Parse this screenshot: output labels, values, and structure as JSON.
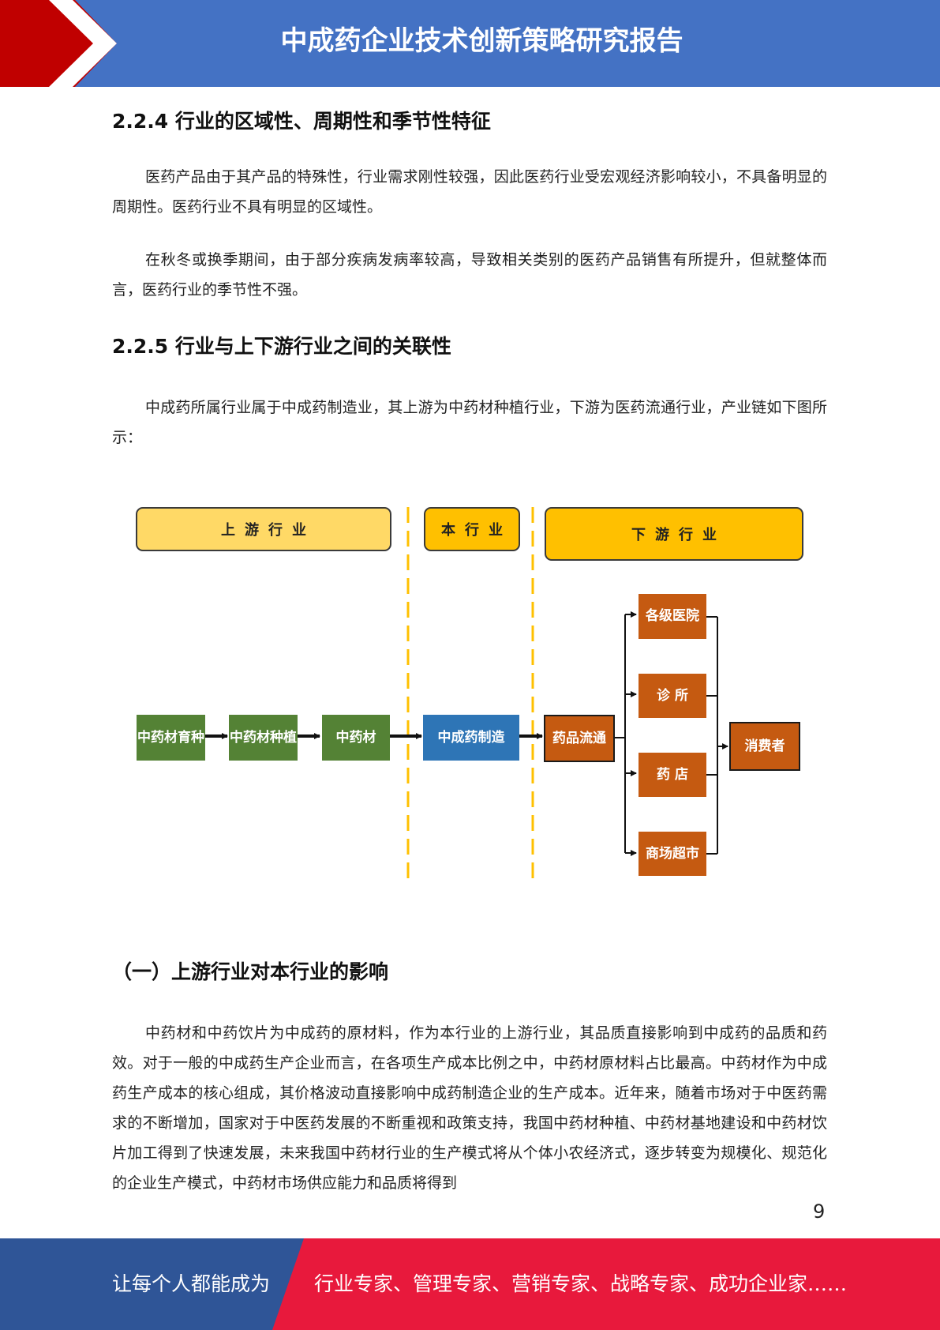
{
  "header": {
    "title": "中成药企业技术创新策略研究报告"
  },
  "sections": {
    "s224": {
      "heading": "2.2.4 行业的区域性、周期性和季节性特征",
      "p1": "医药产品由于其产品的特殊性，行业需求刚性较强，因此医药行业受宏观经济影响较小，不具备明显的周期性。医药行业不具有明显的区域性。",
      "p2": "在秋冬或换季期间，由于部分疾病发病率较高，导致相关类别的医药产品销售有所提升，但就整体而言，医药行业的季节性不强。"
    },
    "s225": {
      "heading": "2.2.5 行业与上下游行业之间的关联性",
      "p1": "中成药所属行业属于中成药制造业，其上游为中药材种植行业，下游为医药流通行业，产业链如下图所示："
    },
    "upstream": {
      "heading": "（一）上游行业对本行业的影响",
      "p1": "中药材和中药饮片为中成药的原材料，作为本行业的上游行业，其品质直接影响到中成药的品质和药效。对于一般的中成药生产企业而言，在各项生产成本比例之中，中药材原材料占比最高。中药材作为中成药生产成本的核心组成，其价格波动直接影响中成药制造企业的生产成本。近年来，随着市场对于中医药需求的不断增加，国家对于中医药发展的不断重视和政策支持，我国中药材种植、中药材基地建设和中药材饮片加工得到了快速发展，未来我国中药材行业的生产模式将从个体小农经济式，逐步转变为规模化、规范化的企业生产模式，中药材市场供应能力和品质将得到"
    }
  },
  "diagram": {
    "segments": {
      "upstream": "上游行业",
      "current": "本行业",
      "downstream": "下游行业"
    },
    "nodes": {
      "breeding": "中药材育种",
      "planting": "中药材种植",
      "herbs": "中药材",
      "manufacturing": "中成药制造",
      "circulation": "药品流通",
      "hospitals": "各级医院",
      "clinics": "诊 所",
      "pharmacies": "药 店",
      "supermarkets": "商场超市",
      "consumers": "消费者"
    }
  },
  "page": {
    "number": "9"
  },
  "footer": {
    "left": "让每个人都能成为",
    "right": "行业专家、管理专家、营销专家、战略专家、成功企业家……"
  },
  "colors": {
    "header_blue": "#4472c4",
    "accent_red": "#c00000",
    "footer_blue": "#2f5597",
    "footer_red": "#e8193c",
    "node_green": "#548235",
    "node_blue": "#2e75b6",
    "node_orange": "#c55a11",
    "segment_light": "#ffd966",
    "segment_dark": "#ffc000"
  }
}
